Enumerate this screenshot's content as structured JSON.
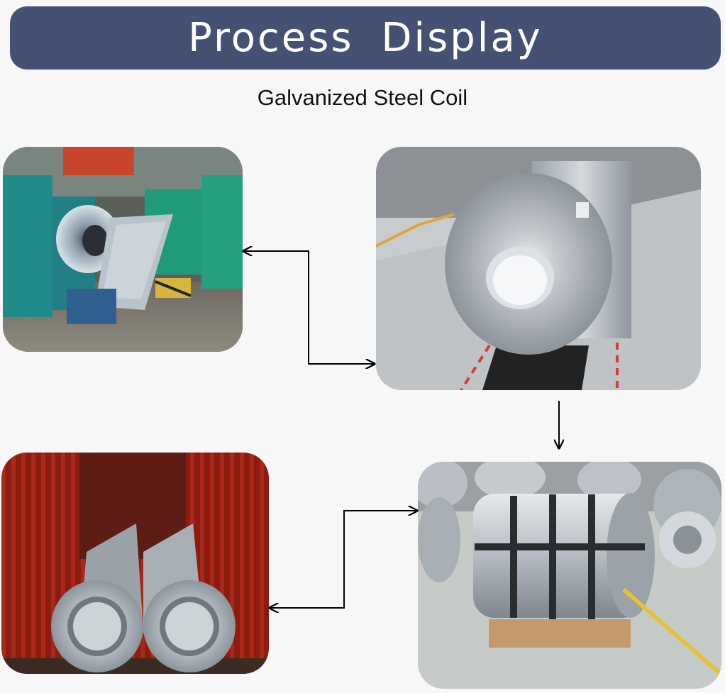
{
  "banner": {
    "title": "Process  Display"
  },
  "subtitle": "Galvanized Steel Coil",
  "photos": [
    {
      "name": "coil-processing-line-photo",
      "depicts": "slitting-machine"
    },
    {
      "name": "large-coil-on-floor-photo",
      "depicts": "steel-coil"
    },
    {
      "name": "banded-coils-warehouse-photo",
      "depicts": "steel-coil-stack"
    },
    {
      "name": "coils-in-container-photo",
      "depicts": "shipping-container"
    }
  ],
  "colors": {
    "banner": "#455172",
    "text": "#111111",
    "arrow": "#000000"
  }
}
